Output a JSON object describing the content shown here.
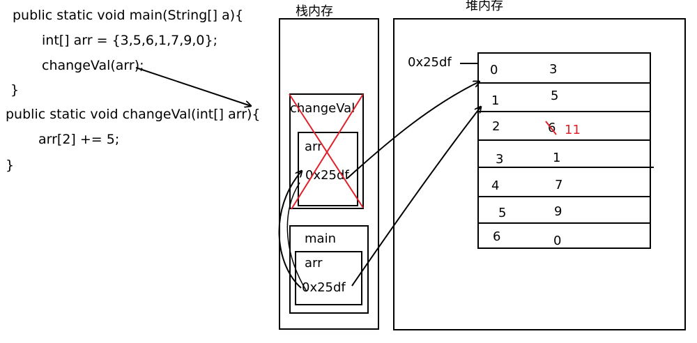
{
  "code": {
    "line1": "public static void main(String[] a){",
    "line2": "int[] arr = {3,5,6,1,7,9,0};",
    "line3": "changeVal(arr);",
    "line4": "}",
    "line5": "public static void changeVal(int[] arr){",
    "line6": "arr[2] += 5;",
    "line7": "}"
  },
  "stack": {
    "title": "栈内存",
    "frame_change": {
      "name": "changeVal",
      "var": "arr",
      "addr": "0x25df"
    },
    "frame_main": {
      "name": "main",
      "var": "arr",
      "addr": "0x25df"
    }
  },
  "heap": {
    "title": "堆内存",
    "address": "0x25df",
    "rows": [
      {
        "index": "0",
        "value": "3"
      },
      {
        "index": "1",
        "value": "5"
      },
      {
        "index": "2",
        "value": "6",
        "new_value": "11"
      },
      {
        "index": "3",
        "value": "1"
      },
      {
        "index": "4",
        "value": "7"
      },
      {
        "index": "5",
        "value": "9"
      },
      {
        "index": "6",
        "value": "0"
      }
    ]
  },
  "colors": {
    "line": "#000000",
    "cross": "#e0202a",
    "new_value": "#e0202a"
  }
}
